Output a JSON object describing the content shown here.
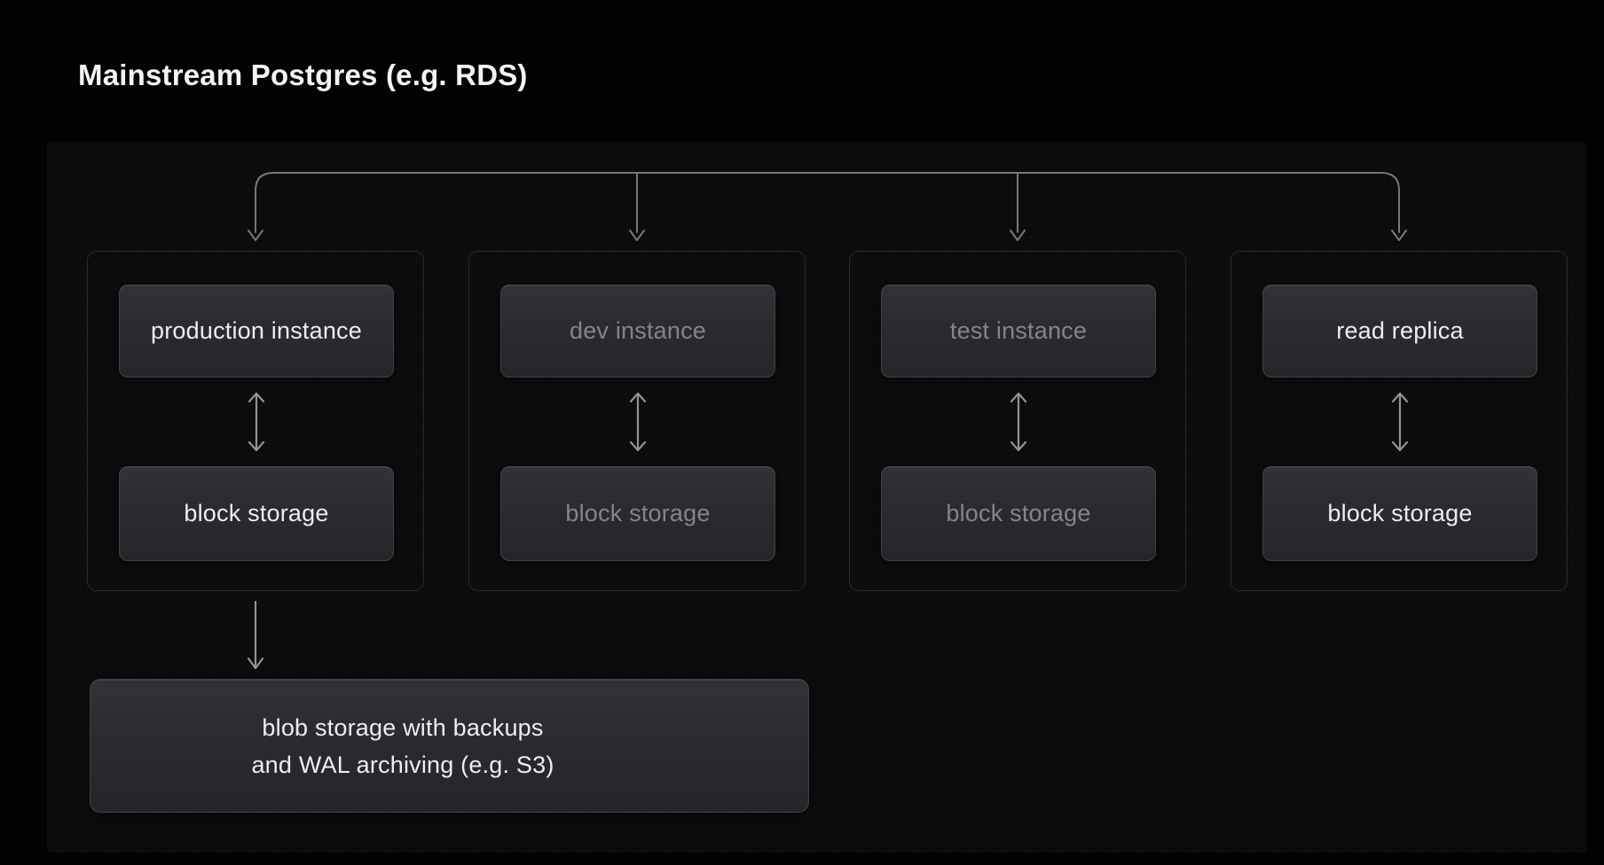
{
  "diagram": {
    "title": "Mainstream Postgres (e.g. RDS)"
  },
  "groups": [
    {
      "name": "production",
      "state": "active",
      "top_label": "production instance",
      "bottom_label": "block storage"
    },
    {
      "name": "dev",
      "state": "dimmed",
      "top_label": "dev instance",
      "bottom_label": "block storage"
    },
    {
      "name": "test",
      "state": "dimmed",
      "top_label": "test instance",
      "bottom_label": "block storage"
    },
    {
      "name": "read-replica",
      "state": "active",
      "top_label": "read replica",
      "bottom_label": "block storage"
    }
  ],
  "blob_storage": {
    "line1": "blob storage with backups",
    "line2": "and WAL archiving (e.g. S3)"
  },
  "icons": {
    "fan_out": "fan-out-connector",
    "bidirectional": "bidirectional-arrow",
    "down": "down-arrow"
  },
  "colors": {
    "background": "#030303",
    "panel": "#0c0c0d",
    "group_border": "#28292d",
    "node_border": "#3f4147",
    "node_fill_top": "#313237",
    "node_fill_bottom": "#25262a",
    "node_text_bright": "#ecedee",
    "node_text_dim": "#82858b",
    "connector": "#8f939a",
    "tree_line": "#75787d",
    "title_text": "#f4f4f5"
  }
}
